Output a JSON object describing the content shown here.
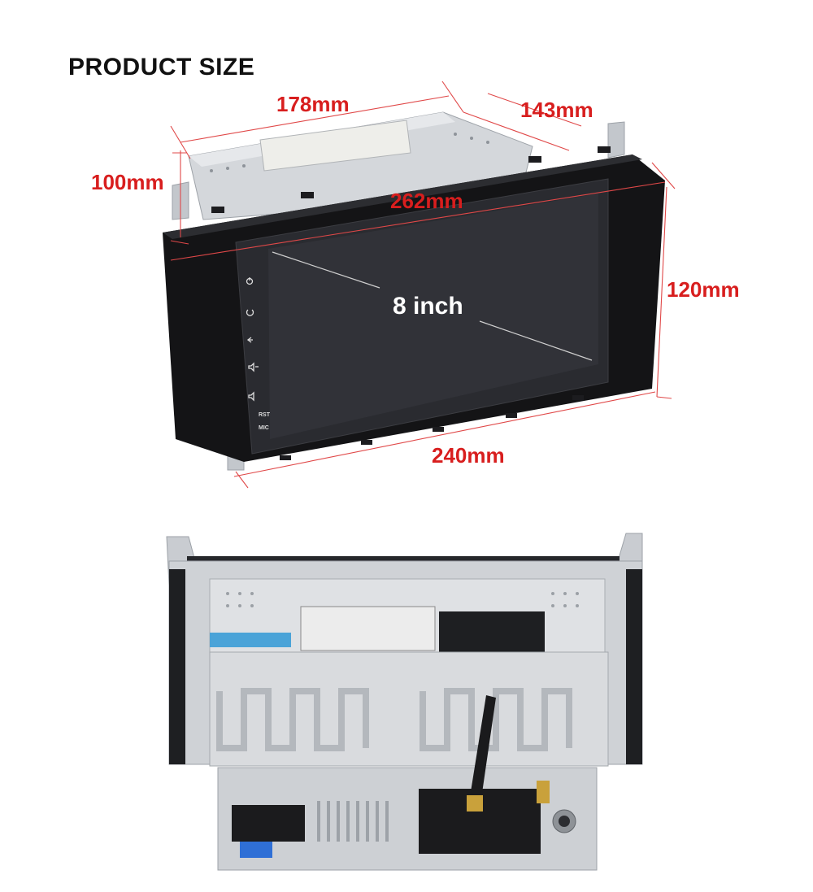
{
  "heading": "PRODUCT SIZE",
  "dimensions": {
    "top_width": "178mm",
    "depth": "143mm",
    "body_height": "100mm",
    "panel_width": "262mm",
    "panel_height": "120mm",
    "bottom_width": "240mm"
  },
  "screen": {
    "size_label": "8 inch",
    "rst_label": "RST",
    "mic_label": "MIC"
  },
  "colors": {
    "dimension_text": "#d81e1e",
    "dimension_line": "#e04848",
    "panel": "#141416",
    "chassis": "#c9ccd1"
  }
}
